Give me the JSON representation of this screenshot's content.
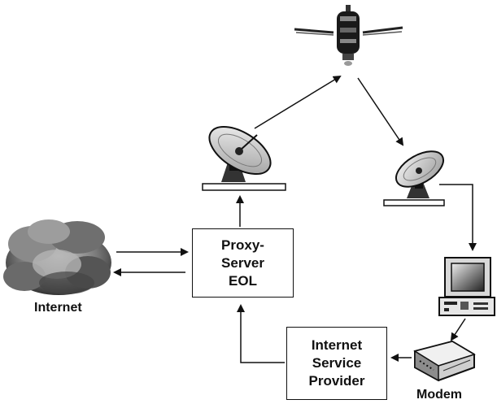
{
  "nodes": {
    "proxy_server": "Proxy-\nServer\nEOL",
    "isp": "Internet\nService\nProvider",
    "internet": "Internet",
    "modem": "Modem"
  },
  "icons": [
    "satellite-icon",
    "uplink-dish-icon",
    "downlink-dish-icon",
    "cloud-icon",
    "computer-icon",
    "modem-icon"
  ],
  "connections": [
    [
      "internet",
      "proxy_server"
    ],
    [
      "proxy_server",
      "internet"
    ],
    [
      "proxy_server",
      "uplink_dish"
    ],
    [
      "uplink_dish",
      "satellite"
    ],
    [
      "satellite",
      "downlink_dish"
    ],
    [
      "downlink_dish",
      "computer"
    ],
    [
      "computer",
      "modem"
    ],
    [
      "modem",
      "isp"
    ],
    [
      "isp",
      "proxy_server"
    ]
  ]
}
